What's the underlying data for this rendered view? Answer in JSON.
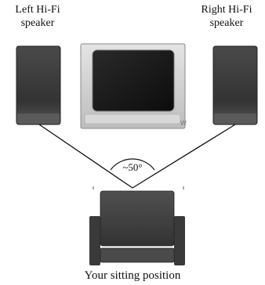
{
  "labels": {
    "left_speaker": "Left Hi-Fi\nspeaker",
    "right_speaker": "Right Hi-Fi\nspeaker",
    "angle": "~50°",
    "sitting_position": "Your sitting position"
  },
  "colors": {
    "speaker": "#3a3a3a",
    "tv_frame": "#cfcfcf",
    "tv_screen": "#1a1a1a",
    "chair": "#3d3d3d",
    "lines": "#111111"
  }
}
